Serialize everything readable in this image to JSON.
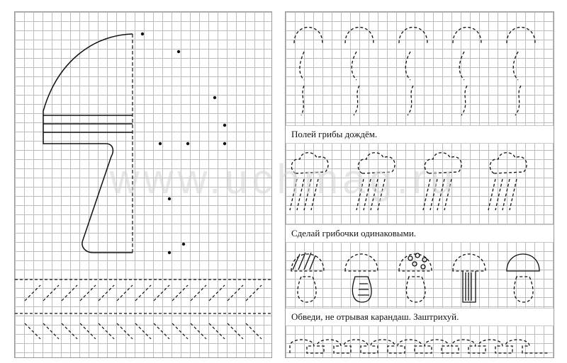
{
  "instructions": {
    "rain": "Полей грибы дождём.",
    "same_mushrooms": "Сделай грибочки одинаковыми.",
    "trace": "Обведи, не отрывая карандаш. Заштрихуй."
  },
  "watermark": "www.uchmag.ru",
  "colors": {
    "ink": "#111111",
    "grid": "#bdbdbd"
  }
}
